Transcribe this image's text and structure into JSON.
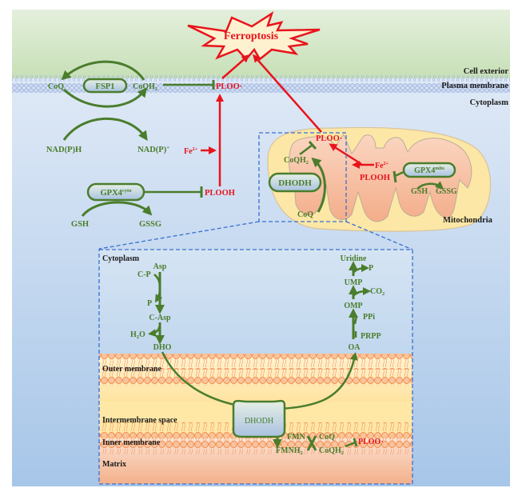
{
  "title": "Ferroptosis",
  "colors": {
    "pathway_green": "#4a7d2c",
    "ferroptosis_red": "#e8141c",
    "dashed_blue": "#3a6fd0",
    "membrane_orange": "#f08a4b"
  },
  "compartments": {
    "cell_exterior": "Cell exterior",
    "plasma_membrane": "Plasma membrane",
    "cytoplasm": "Cytoplasm",
    "mitochondria": "Mitochondria"
  },
  "fsp1_axis": {
    "enzyme": "FSP1",
    "substrate": "CoQ",
    "product": "CoQH",
    "product_sub": "2",
    "cofactor_in": "NAD(P)H",
    "cofactor_out": "NAD(P)",
    "cofactor_out_sup": "+",
    "target": "PLOO·"
  },
  "gpx4_cyto_axis": {
    "enzyme": "GPX4",
    "enzyme_sup": "cyto",
    "substrate_in": "GSH",
    "substrate_out": "GSSG",
    "target": "PLOOH",
    "iron": "Fe",
    "iron_sup": "2+"
  },
  "mito_axis": {
    "enzyme": "DHODH",
    "coq": "CoQ",
    "coqh2": "CoQH",
    "coqh2_sub": "2",
    "radical": "PLOO·",
    "hydroperoxide": "PLOOH",
    "iron": "Fe",
    "iron_sup": "2+",
    "gpx4": "GPX4",
    "gpx4_sup": "mito",
    "gsh": "GSH",
    "gssg": "GSSG"
  },
  "inset": {
    "regions": {
      "cytoplasm": "Cytoplasm",
      "outer_membrane": "Outer membrane",
      "intermembrane_space": "Intermembrane space",
      "inner_membrane": "Inner membrane",
      "matrix": "Matrix"
    },
    "left_pathway": {
      "asp": "Asp",
      "cp": "C-P",
      "p": "P",
      "casp": "C-Asp",
      "h2o": "H",
      "h2o_sub": "2",
      "h2o_tail": "O",
      "dho": "DHO"
    },
    "right_pathway": {
      "uridine": "Uridine",
      "p": "P",
      "ump": "UMP",
      "co2": "CO",
      "co2_sub": "2",
      "omp": "OMP",
      "ppi": "PPi",
      "prpp": "PRPP",
      "oa": "OA"
    },
    "electron_chain": {
      "enzyme": "DHODH",
      "fmn": "FMN",
      "fmnh2": "FMNH",
      "fmnh2_sub": "2",
      "coq": "CoQ",
      "coqh2": "CoQH",
      "coqh2_sub": "2",
      "target": "PLOO·"
    }
  }
}
